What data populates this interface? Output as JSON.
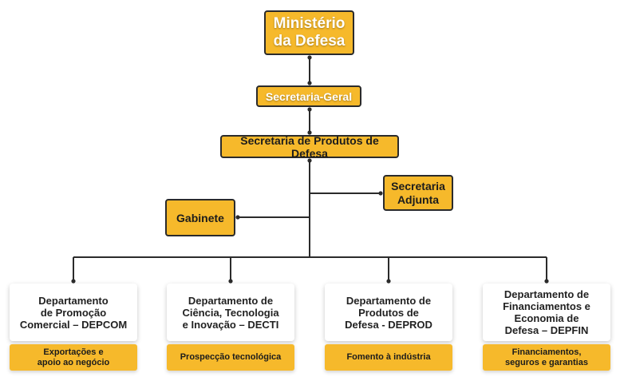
{
  "nodes": {
    "ministerio": "Ministério\nda Defesa",
    "secretaria_geral": "Secretaria-Geral",
    "secretaria_produtos": "Secretaria de Produtos de Defesa",
    "secretaria_adjunta": "Secretaria\nAdjunta",
    "gabinete": "Gabinete"
  },
  "departments": [
    {
      "name": "Departamento\nde Promoção\nComercial – DEPCOM",
      "function": "Exportações e\napoio ao negócio"
    },
    {
      "name": "Departamento de\nCiência, Tecnologia\ne Inovação – DECTI",
      "function": "Prospecção tecnológica"
    },
    {
      "name": "Departamento de\nProdutos de\nDefesa - DEPROD",
      "function": "Fomento à indústria"
    },
    {
      "name": "Departamento de\nFinanciamentos e\nEconomia de\nDefesa – DEPFIN",
      "function": "Financiamentos,\nseguros e garantias"
    }
  ],
  "colors": {
    "accent": "#f6b92b",
    "line": "#2b2b2b",
    "text": "#1c1c1c"
  }
}
